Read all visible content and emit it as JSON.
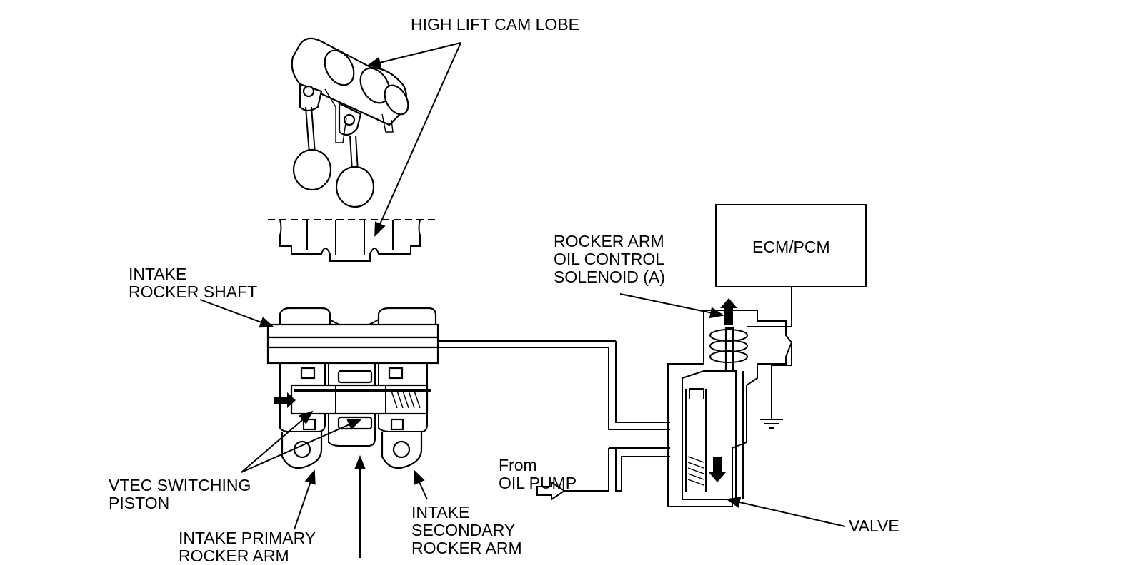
{
  "labels": {
    "high_lift_cam_lobe": "HIGH LIFT CAM LOBE",
    "intake_rocker_shaft": "INTAKE\nROCKER SHAFT",
    "rocker_arm_solenoid": "ROCKER ARM\nOIL CONTROL\nSOLENOID (A)",
    "ecm_pcm": "ECM/PCM",
    "vtec_switching_piston": "VTEC SWITCHING\nPISTON",
    "from_oil_pump": "From\nOIL PUMP",
    "valve": "VALVE",
    "intake_primary_rocker_arm": "INTAKE PRIMARY\nROCKER ARM",
    "intake_secondary_rocker_arm": "INTAKE\nSECONDARY\nROCKER ARM"
  },
  "colors": {
    "ink": "#000000",
    "background": "#ffffff"
  }
}
